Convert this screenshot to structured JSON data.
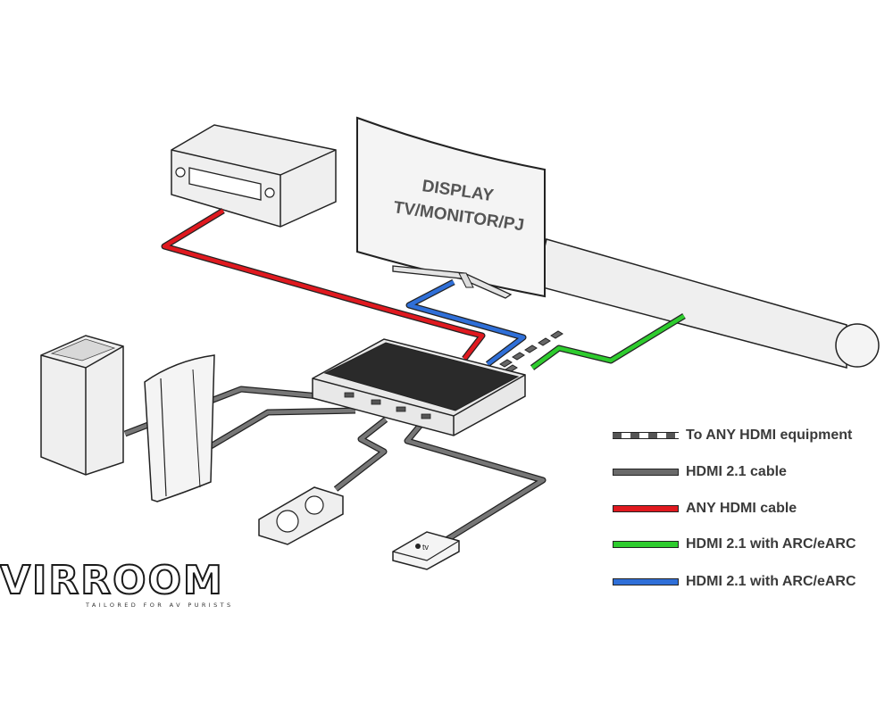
{
  "display": {
    "line1": "DISPLAY",
    "line2": "TV/MONITOR/PJ"
  },
  "brand": {
    "name": "VIRROOM",
    "tagline": "TAILORED FOR AV PURISTS"
  },
  "device_labels": {
    "appletv": "tv"
  },
  "legend": [
    {
      "style": "dashed",
      "color": "#555555",
      "label": "To ANY HDMI equipment"
    },
    {
      "style": "solid",
      "color": "#6a6a6a",
      "label": "HDMI 2.1 cable"
    },
    {
      "style": "solid",
      "color": "#e0191f",
      "label": "ANY HDMI cable"
    },
    {
      "style": "solid",
      "color": "#2ecc2e",
      "label": "HDMI 2.1 with ARC/eARC"
    },
    {
      "style": "solid",
      "color": "#2f6fd8",
      "label": "HDMI 2.1 with ARC/eARC"
    }
  ]
}
